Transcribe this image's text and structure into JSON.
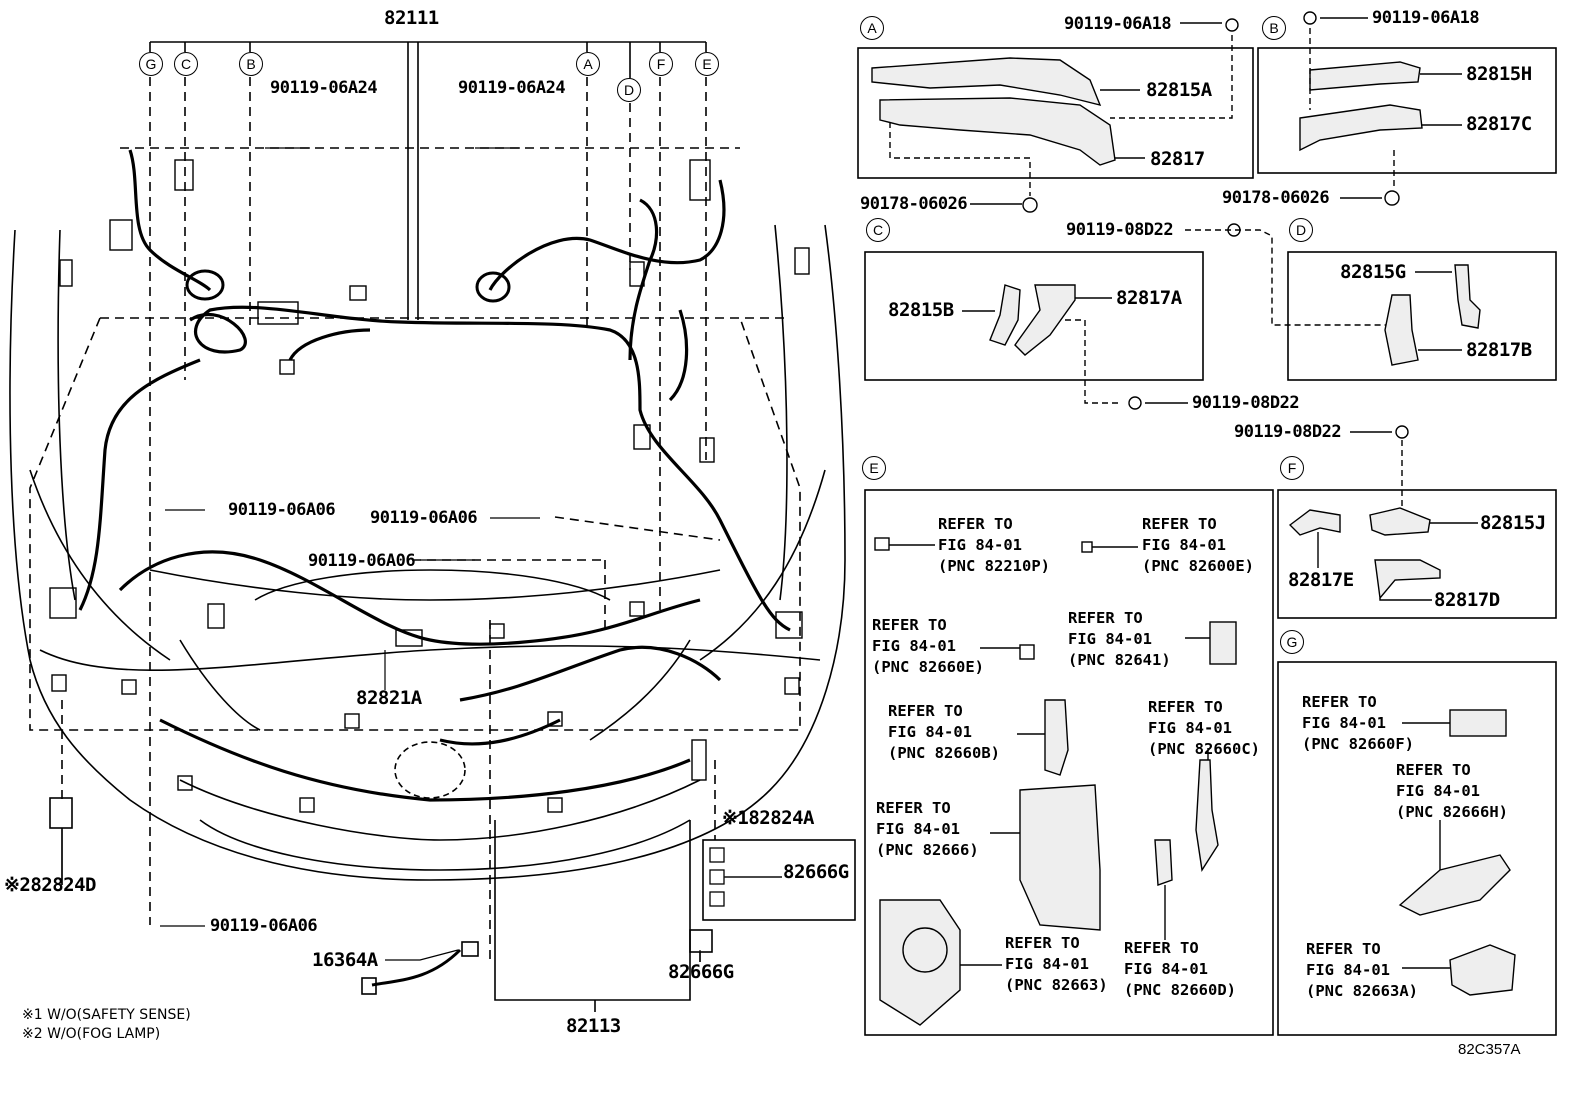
{
  "main_labels": {
    "harness_main": "82111",
    "harness_bottom": "82113",
    "wire_82821A": "82821A",
    "sensor_16364A": "16364A",
    "connector_82824A": "※182824A",
    "connector_82824D": "※282824D",
    "conn_82666G_box": "82666G",
    "conn_82666G_bottom": "82666G",
    "bolt_06A24_left": "90119-06A24",
    "bolt_06A24_right": "90119-06A24",
    "bolt_06A06_left": "90119-06A06",
    "bolt_06A06_mid": "90119-06A06",
    "bolt_06A06_mid2": "90119-06A06",
    "bolt_06A06_bottom": "90119-06A06"
  },
  "callouts": {
    "G": "G",
    "C": "C",
    "B": "B",
    "A": "A",
    "D": "D",
    "F": "F",
    "E": "E"
  },
  "panel_A": {
    "tag": "A",
    "bolt_top": "90119-06A18",
    "part1": "82815A",
    "part2": "82817",
    "clip": "90178-06026"
  },
  "panel_B": {
    "tag": "B",
    "bolt_top": "90119-06A18",
    "part1": "82815H",
    "part2": "82817C",
    "clip": "90178-06026"
  },
  "panel_C": {
    "tag": "C",
    "bolt_top": "90119-08D22",
    "part1": "82815B",
    "part2": "82817A",
    "bolt_bottom": "90119-08D22"
  },
  "panel_D": {
    "tag": "D",
    "part1": "82815G",
    "part2": "82817B",
    "bolt": "90119-08D22"
  },
  "panel_E": {
    "tag": "E",
    "refs": [
      {
        "l1": "REFER TO",
        "l2": "FIG 84-01",
        "l3": "(PNC 82210P)"
      },
      {
        "l1": "REFER TO",
        "l2": "FIG 84-01",
        "l3": "(PNC 82600E)"
      },
      {
        "l1": "REFER TO",
        "l2": "FIG 84-01",
        "l3": "(PNC 82660E)"
      },
      {
        "l1": "REFER TO",
        "l2": "FIG 84-01",
        "l3": "(PNC 82641)"
      },
      {
        "l1": "REFER TO",
        "l2": "FIG 84-01",
        "l3": "(PNC 82660B)"
      },
      {
        "l1": "REFER TO",
        "l2": "FIG 84-01",
        "l3": "(PNC 82660C)"
      },
      {
        "l1": "REFER TO",
        "l2": "FIG 84-01",
        "l3": "(PNC 82666)"
      },
      {
        "l1": "REFER TO",
        "l2": "FIG 84-01",
        "l3": "(PNC 82663)"
      },
      {
        "l1": "REFER TO",
        "l2": "FIG 84-01",
        "l3": "(PNC 82660D)"
      }
    ]
  },
  "panel_F": {
    "tag": "F",
    "part1": "82815J",
    "part2": "82817E",
    "part3": "82817D"
  },
  "panel_G": {
    "tag": "G",
    "refs": [
      {
        "l1": "REFER TO",
        "l2": "FIG 84-01",
        "l3": "(PNC 82660F)"
      },
      {
        "l1": "REFER TO",
        "l2": "FIG 84-01",
        "l3": "(PNC 82666H)"
      },
      {
        "l1": "REFER TO",
        "l2": "FIG 84-01",
        "l3": "(PNC 82663A)"
      }
    ]
  },
  "notes": {
    "note1": "※1 W/O(SAFETY SENSE)",
    "note2": "※2 W/O(FOG LAMP)"
  },
  "figure_id": "82C357A"
}
